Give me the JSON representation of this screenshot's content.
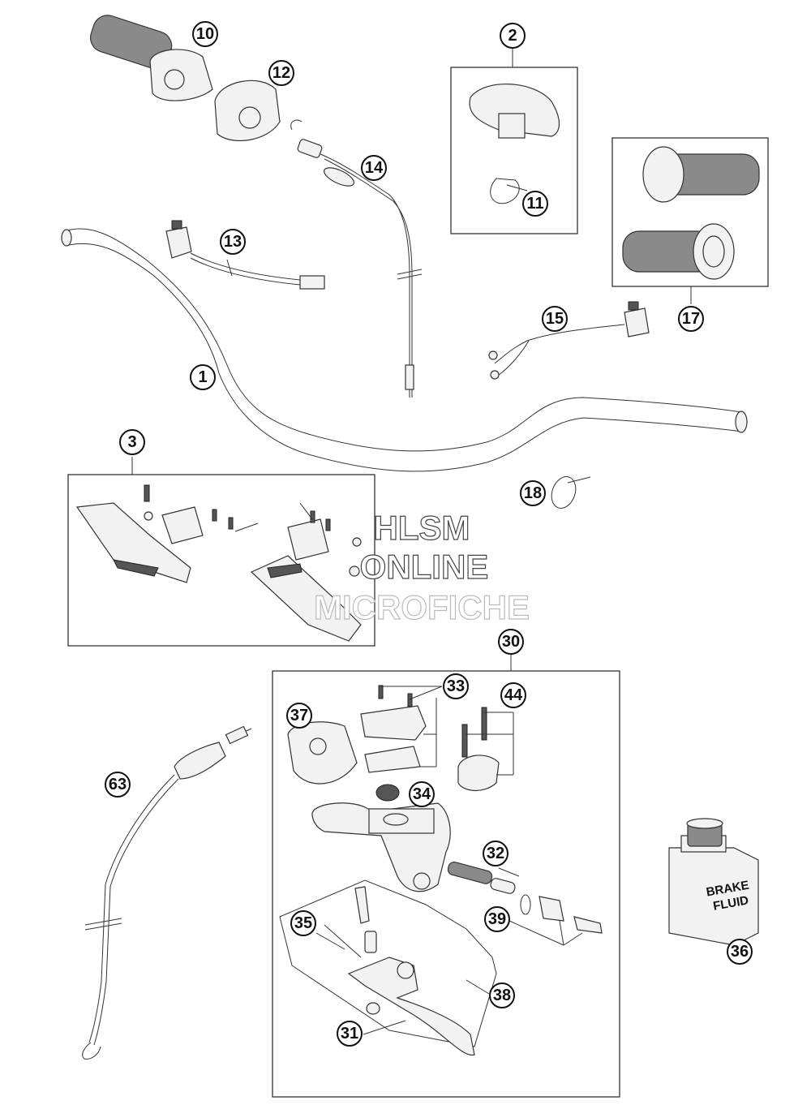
{
  "callouts": [
    {
      "id": "c10",
      "text": "10"
    },
    {
      "id": "c12",
      "text": "12"
    },
    {
      "id": "c2",
      "text": "2"
    },
    {
      "id": "c14",
      "text": "14"
    },
    {
      "id": "c11",
      "text": "11"
    },
    {
      "id": "c13",
      "text": "13"
    },
    {
      "id": "c15",
      "text": "15"
    },
    {
      "id": "c17",
      "text": "17"
    },
    {
      "id": "c1",
      "text": "1"
    },
    {
      "id": "c3",
      "text": "3"
    },
    {
      "id": "c18",
      "text": "18"
    },
    {
      "id": "c30",
      "text": "30"
    },
    {
      "id": "c33",
      "text": "33"
    },
    {
      "id": "c44",
      "text": "44"
    },
    {
      "id": "c37",
      "text": "37"
    },
    {
      "id": "c63",
      "text": "63"
    },
    {
      "id": "c34",
      "text": "34"
    },
    {
      "id": "c32",
      "text": "32"
    },
    {
      "id": "c35",
      "text": "35"
    },
    {
      "id": "c39",
      "text": "39"
    },
    {
      "id": "c36",
      "text": "36"
    },
    {
      "id": "c38",
      "text": "38"
    },
    {
      "id": "c31",
      "text": "31"
    }
  ],
  "watermark": {
    "line1": "HLSM",
    "line2": "ONLINE",
    "line3": "MICROFICHE"
  },
  "bottle_label": {
    "line1": "BRAKE",
    "line2": "FLUID"
  }
}
